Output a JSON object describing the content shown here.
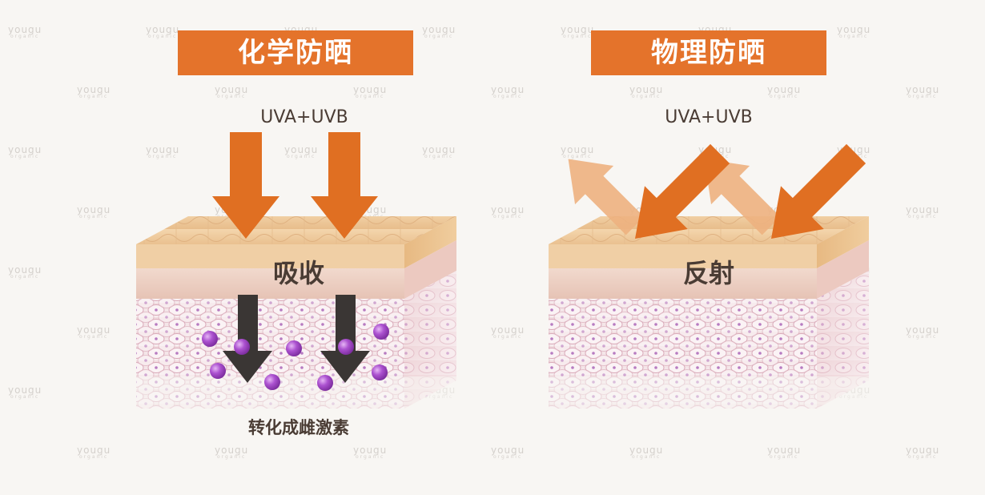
{
  "watermark": {
    "brand": "yougu",
    "sub": "organic"
  },
  "colors": {
    "banner": "#e4732b",
    "arrow_in": "#e06f22",
    "arrow_out": "#edb180",
    "arrow_down": "#3a3634",
    "molecule": "#a84ec9",
    "skin_top": "#efc99a",
    "skin_mid": "#eed3c8",
    "skin_cells": "#f4e6ea"
  },
  "left_panel": {
    "title": "化学防晒",
    "uv_label": "UVA+UVB",
    "skin_label": "吸收",
    "result_label": "转化成雌激素"
  },
  "right_panel": {
    "title": "物理防晒",
    "uv_label": "UVA+UVB",
    "skin_label": "反射"
  }
}
